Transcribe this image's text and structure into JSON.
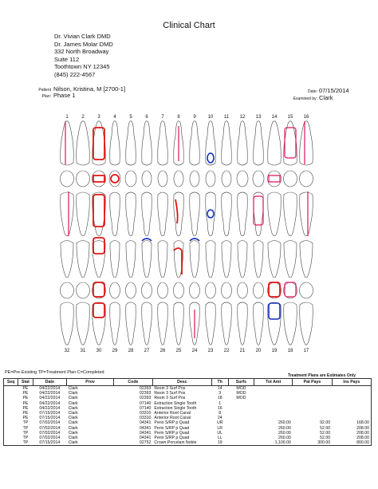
{
  "header": {
    "title": "Clinical Chart",
    "address_lines": [
      "Dr. Vivian Clark DMD",
      "Dr. James Molar DMD",
      "332 North Broadway",
      "Suite 112",
      "Toothtown NY  12345",
      "(845) 222-4567"
    ]
  },
  "patient": {
    "patient_label": "Patient",
    "patient_value": "Nilson, Kristina, M  [2700-1]",
    "plan_label": "Plan:",
    "plan_value": "Phase 1",
    "date_label": "Date:",
    "date_value": "07/15/2014",
    "examined_label": "Examined by:",
    "examined_value": "Clark"
  },
  "chart": {
    "upper_numbers": [
      "1",
      "2",
      "3",
      "4",
      "5",
      "6",
      "7",
      "8",
      "9",
      "10",
      "11",
      "12",
      "13",
      "14",
      "15",
      "16"
    ],
    "lower_numbers": [
      "32",
      "31",
      "30",
      "29",
      "28",
      "27",
      "26",
      "25",
      "24",
      "23",
      "22",
      "21",
      "20",
      "19",
      "18",
      "17"
    ],
    "colors": {
      "existing": "#e0105e",
      "planned": "#e01414",
      "completed": "#1030b8",
      "outline": "#444444"
    }
  },
  "legend": "PE=Pre-Existing   TP=Treatment Plan   C=Completed",
  "estimate_note": "Treatment Plans are Estimates Only",
  "table": {
    "headers": [
      "Seq",
      "Stat",
      "Date",
      "Prov",
      "Code",
      "Desc",
      "Th",
      "Surfs",
      "Tot Amt",
      "Pat Pays",
      "Ins Pays"
    ],
    "rows": [
      [
        "",
        "PE",
        "04/22/2014",
        "Clark",
        "02393",
        "Resin 3 Surf Pos",
        "14",
        "MOD",
        "",
        "",
        ""
      ],
      [
        "",
        "PE",
        "04/22/2014",
        "Clark",
        "02393",
        "Resin 3 Surf Pos",
        "3",
        "MOD",
        "",
        "",
        ""
      ],
      [
        "",
        "PE",
        "04/22/2014",
        "Clark",
        "02393",
        "Resin 3 Surf Pos",
        "18",
        "MOD",
        "",
        "",
        ""
      ],
      [
        "",
        "PE",
        "04/22/2014",
        "Clark",
        "07140",
        "Extraction Single Tooth",
        "1",
        "",
        "",
        "",
        ""
      ],
      [
        "",
        "PE",
        "04/22/2014",
        "Clark",
        "07140",
        "Extraction Single Tooth",
        "16",
        "",
        "",
        "",
        ""
      ],
      [
        "",
        "PE",
        "07/15/2014",
        "Clark",
        "03310",
        "Anterior Root Canal",
        "8",
        "",
        "",
        "",
        ""
      ],
      [
        "",
        "PE",
        "07/15/2014",
        "Clark",
        "03310",
        "Anterior Root Canal",
        "24",
        "",
        "",
        "",
        ""
      ],
      [
        "",
        "TP",
        "07/02/2014",
        "Clark",
        "04341",
        "Perio S/RP p Quad",
        "UR",
        "",
        "260.00",
        "92.00",
        "168.00"
      ],
      [
        "",
        "TP",
        "07/02/2014",
        "Clark",
        "04341",
        "Perio S/RP p Quad",
        "LR",
        "",
        "260.00",
        "52.00",
        "208.00"
      ],
      [
        "",
        "TP",
        "07/02/2014",
        "Clark",
        "04341",
        "Perio S/RP p Quad",
        "UL",
        "",
        "260.00",
        "52.00",
        "208.00"
      ],
      [
        "",
        "TP",
        "07/02/2014",
        "Clark",
        "04341",
        "Perio S/RP p Quad",
        "LL",
        "",
        "260.00",
        "52.00",
        "208.00"
      ],
      [
        "",
        "TP",
        "07/15/2014",
        "Clark",
        "02752",
        "Crown Porcelain Noble",
        "19",
        "",
        "1,100.00",
        "300.00",
        "800.00"
      ]
    ]
  }
}
